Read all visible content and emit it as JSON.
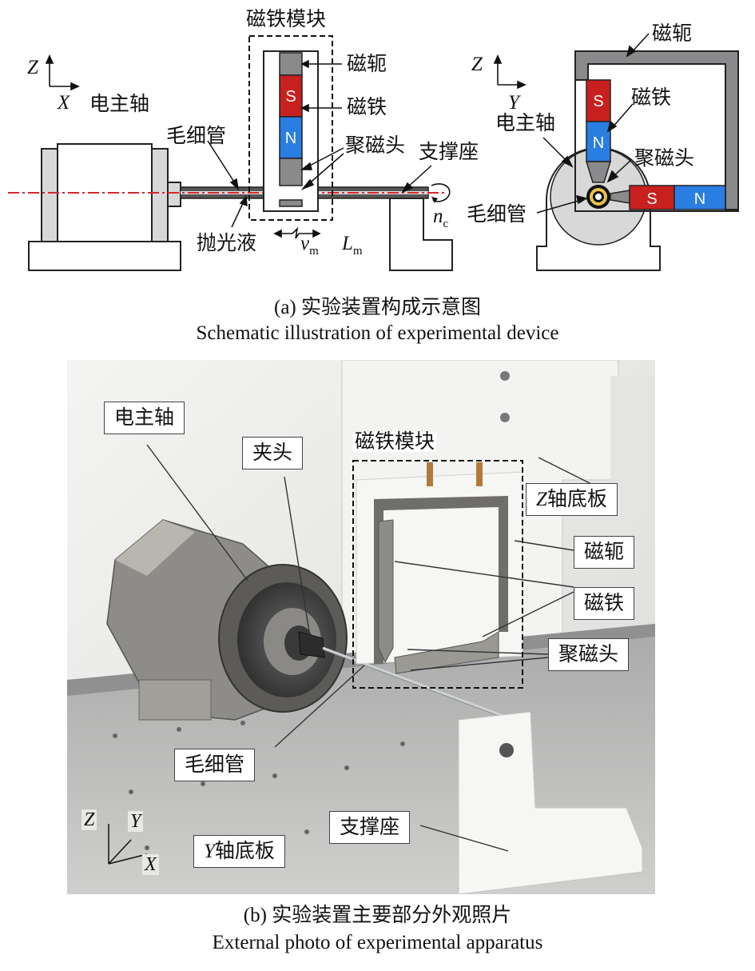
{
  "part_a": {
    "left_view": {
      "axis_z": "Z",
      "axis_x": "X",
      "spindle": "电主轴",
      "magnet_module": "磁铁模块",
      "yoke": "磁轭",
      "magnet": "磁铁",
      "focus_head": "聚磁头",
      "capillary": "毛细管",
      "support": "支撑座",
      "polishing_fluid": "抛光液",
      "vm_symbol": "v",
      "vm_sub": "m",
      "lm_symbol": "L",
      "lm_sub": "m",
      "nc_symbol": "n",
      "nc_sub": "c",
      "pole_s": "S",
      "pole_n": "N"
    },
    "right_view": {
      "axis_z": "Z",
      "axis_y": "Y",
      "yoke": "磁轭",
      "magnet": "磁铁",
      "spindle": "电主轴",
      "focus_head": "聚磁头",
      "capillary": "毛细管",
      "pole_s": "S",
      "pole_n": "N"
    },
    "caption_cn": "(a) 实验装置构成示意图",
    "caption_en": "Schematic illustration of experimental device"
  },
  "part_b": {
    "spindle": "电主轴",
    "chuck": "夹头",
    "magnet_module": "磁铁模块",
    "z_plate_axis": "Z",
    "z_plate": "轴底板",
    "yoke": "磁轭",
    "magnet": "磁铁",
    "focus_head": "聚磁头",
    "capillary": "毛细管",
    "support": "支撑座",
    "y_plate_axis": "Y",
    "y_plate": "轴底板",
    "axis_z": "Z",
    "axis_y": "Y",
    "axis_x": "X",
    "caption_cn": "(b) 实验装置主要部分外观照片",
    "caption_en": "External photo of experimental apparatus"
  },
  "colors": {
    "magnet_s": "#c8201e",
    "magnet_n": "#2a7de1",
    "yoke": "#8a8a8c",
    "centerline": "#d9262c",
    "housing": "#d8d8d8"
  }
}
